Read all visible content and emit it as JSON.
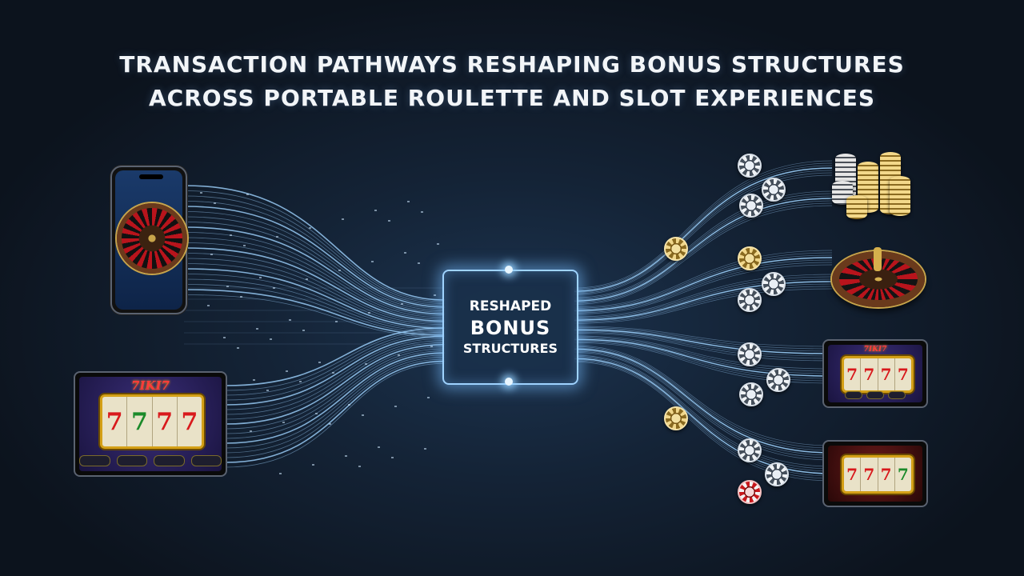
{
  "title": {
    "line1": "TRANSACTION PATHWAYS RESHAPING BONUS STRUCTURES",
    "line2": "ACROSS PORTABLE ROULETTE AND SLOT EXPERIENCES"
  },
  "hub": {
    "line1": "RESHAPED",
    "line2": "BONUS",
    "line3": "STRUCTURES"
  },
  "sources": [
    {
      "device": "phone",
      "game": "roulette-wheel-icon"
    },
    {
      "device": "tablet",
      "game": "slot-machine-icon",
      "logo": "7IKI7",
      "reels": [
        "7",
        "7",
        "7",
        "7"
      ]
    }
  ],
  "destinations": [
    {
      "item": "coin-stacks-icon"
    },
    {
      "item": "roulette-wheel-icon"
    },
    {
      "item": "slot-tablet-icon",
      "logo": "7IKI7",
      "reels": [
        "7",
        "7",
        "7",
        "7"
      ]
    },
    {
      "item": "slot-tablet-icon",
      "reels": [
        "7",
        "7",
        "7",
        "7"
      ]
    }
  ],
  "colors": {
    "background": "#0d1520",
    "flow": "#9fd3ff",
    "hub_border": "#9fd3ff",
    "title": "#f2f5f8"
  }
}
